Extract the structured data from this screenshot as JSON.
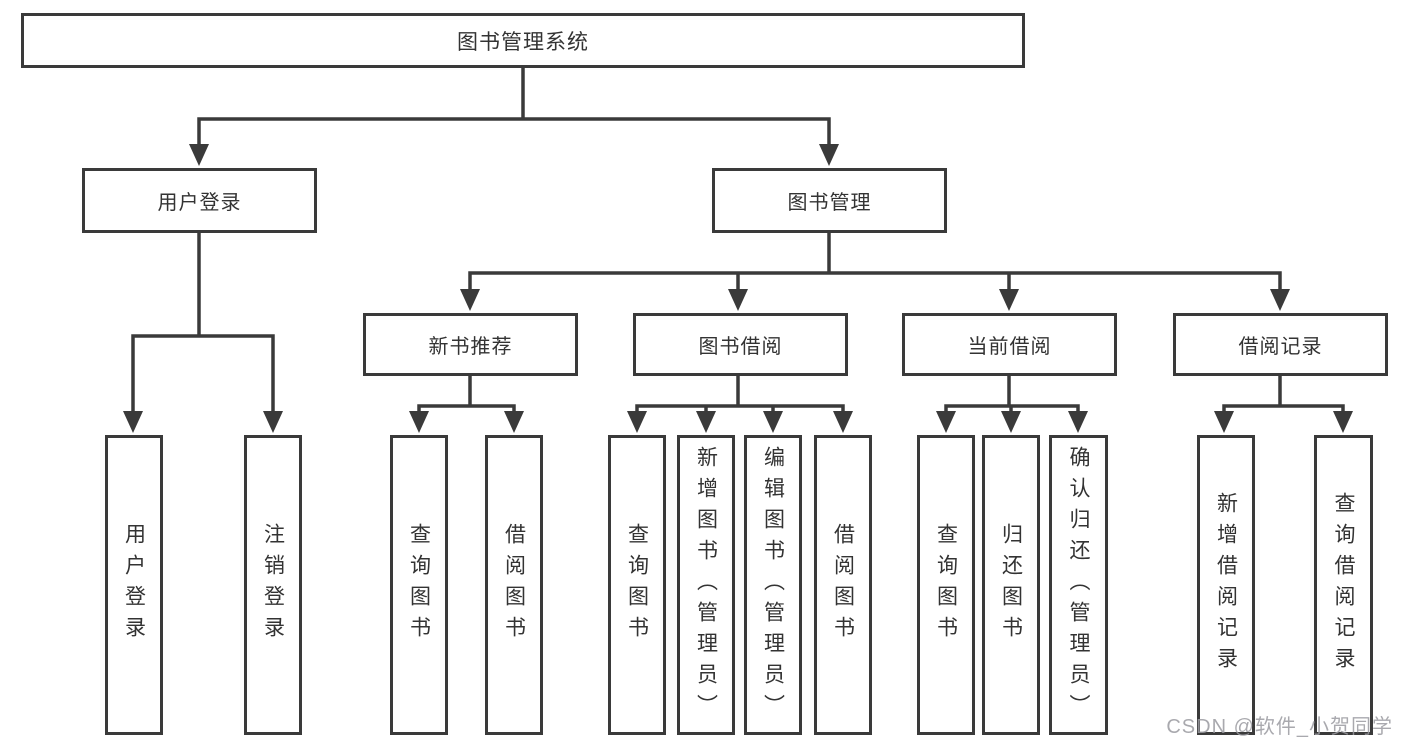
{
  "diagram": {
    "type": "hierarchy-tree",
    "root": {
      "label": "图书管理系统"
    },
    "branches": [
      {
        "label": "用户登录",
        "children": [
          {
            "label": "用户登录"
          },
          {
            "label": "注销登录"
          }
        ]
      },
      {
        "label": "图书管理",
        "children": [
          {
            "label": "新书推荐",
            "children": [
              {
                "label": "查询图书"
              },
              {
                "label": "借阅图书"
              }
            ]
          },
          {
            "label": "图书借阅",
            "children": [
              {
                "label": "查询图书"
              },
              {
                "label": "新增图书（管理员）"
              },
              {
                "label": "编辑图书（管理员）"
              },
              {
                "label": "借阅图书"
              }
            ]
          },
          {
            "label": "当前借阅",
            "children": [
              {
                "label": "查询图书"
              },
              {
                "label": "归还图书"
              },
              {
                "label": "确认归还（管理员）"
              }
            ]
          },
          {
            "label": "借阅记录",
            "children": [
              {
                "label": "新增借阅记录"
              },
              {
                "label": "查询借阅记录"
              }
            ]
          }
        ]
      }
    ],
    "watermark": {
      "text": "CSDN @软件_小贺同学"
    },
    "colors": {
      "line": "#3a3a3a",
      "box_border": "#3a3a3a",
      "text": "#333333",
      "watermark": "#9b9ba1",
      "background": "#ffffff"
    }
  }
}
